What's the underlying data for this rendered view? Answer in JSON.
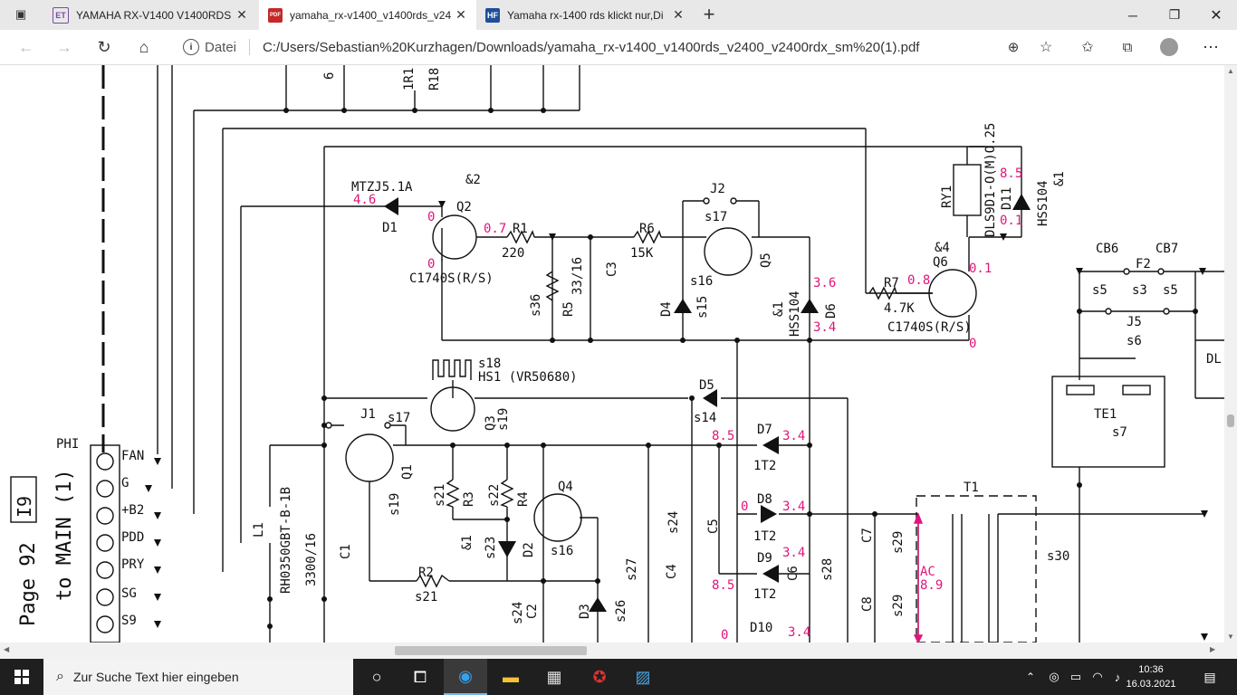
{
  "tabs": [
    {
      "label": "YAMAHA RX-V1400 V1400RDS V",
      "icon": "ET"
    },
    {
      "label": "yamaha_rx-v1400_v1400rds_v24",
      "icon": "PDF"
    },
    {
      "label": "Yamaha rx-1400 rds klickt nur,Di",
      "icon": "HF"
    }
  ],
  "address": {
    "scheme": "Datei",
    "url": "C:/Users/Sebastian%20Kurzhagen/Downloads/yamaha_rx-v1400_v1400rds_v2400_v2400rdx_sm%20(1).pdf"
  },
  "schematic": {
    "page_ref": "Page 92",
    "to_main": "to MAIN (1)",
    "grid_ref": "I9",
    "connector": "PHI",
    "pins": [
      "FAN",
      "G",
      "+B2",
      "PDD",
      "PRY",
      "SG",
      "S9"
    ],
    "labels": {
      "mtzj": "MTZJ5.1A",
      "amp2": "&2",
      "d1": "D1",
      "q2": "Q2",
      "c1740_1": "C1740S(R/S)",
      "r1": "R1",
      "r1v": "220",
      "r6": "R6",
      "r6v": "15K",
      "j2": "J2",
      "s17a": "s17",
      "q5": "Q5",
      "s16a": "s16",
      "d4": "D4",
      "s15": "s15",
      "s36": "s36",
      "r5": "R5",
      "c3v": "33/16",
      "c3": "C3",
      "amp1a": "&1",
      "hss104a": "HSS104",
      "d6": "D6",
      "r7": "R7",
      "r7v": "4.7K",
      "q6": "Q6",
      "amp4": "&4",
      "c1740_2": "C1740S(R/S)",
      "ry1": "RY1",
      "relay": "DLS9D1-O(M)O.25",
      "d11": "D11",
      "hss104b": "HSS104",
      "amp1b": "&1",
      "cb6": "CB6",
      "cb7": "CB7",
      "f2": "F2",
      "s5a": "s5",
      "s3": "s3",
      "s5b": "s5",
      "j5": "J5",
      "s6": "s6",
      "te1": "TE1",
      "s7": "s7",
      "dl": "DL",
      "s18": "s18",
      "hs1": "HS1 (VR50680)",
      "q3": "Q3",
      "s19a": "s19",
      "j1": "J1",
      "s17b": "s17",
      "q1": "Q1",
      "s19b": "s19",
      "d5": "D5",
      "s14": "s14",
      "d7": "D7",
      "t12a": "1T2",
      "d8": "D8",
      "t12b": "1T2",
      "d9": "D9",
      "t12c": "1T2",
      "d10": "D10",
      "l1": "L1",
      "l1v": "RH0350GBT-B-1B",
      "c1v": "3300/16",
      "c1": "C1",
      "s21a": "s21",
      "r3": "R3",
      "s22": "s22",
      "r4": "R4",
      "q4": "Q4",
      "s16b": "s16",
      "amp1c": "&1",
      "s23": "s23",
      "d2": "D2",
      "r2": "R2",
      "s21b": "s21",
      "s24a": "s24",
      "c2": "C2",
      "d3": "D3",
      "s26": "s26",
      "s27": "s27",
      "c4": "C4",
      "s24b": "s24",
      "c5": "C5",
      "c6": "C6",
      "s28": "s28",
      "c7": "C7",
      "s29a": "s29",
      "c8": "C8",
      "s29b": "s29",
      "t1": "T1",
      "s30": "s30",
      "top1": "6",
      "top2": "1R1",
      "top3": "R18"
    },
    "voltages": {
      "d1v": "4.6",
      "q2b": "0",
      "q2e": "0",
      "q2c": "0.7",
      "d6a": "3.6",
      "d6b": "3.4",
      "r7a": "0.8",
      "q6c": "0.1",
      "q6e": "0",
      "d11a": "8.5",
      "d11b": "0.1",
      "d7a": "8.5",
      "d7b": "3.4",
      "d8a": "0",
      "d8b": "3.4",
      "d9a": "3.4",
      "d9b": "8.5",
      "d10a": "0",
      "d10b": "3.4",
      "ac": "AC",
      "acv": "8.9"
    }
  },
  "taskbar": {
    "search_placeholder": "Zur Suche Text hier eingeben",
    "time": "10:36",
    "date": "16.03.2021"
  }
}
